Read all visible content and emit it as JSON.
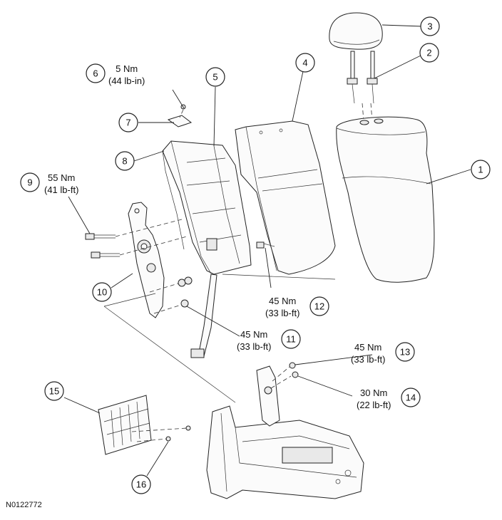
{
  "callouts": [
    {
      "id": "1",
      "label": "1"
    },
    {
      "id": "2",
      "label": "2"
    },
    {
      "id": "3",
      "label": "3"
    },
    {
      "id": "4",
      "label": "4"
    },
    {
      "id": "5",
      "label": "5"
    },
    {
      "id": "6",
      "label": "6"
    },
    {
      "id": "7",
      "label": "7"
    },
    {
      "id": "8",
      "label": "8"
    },
    {
      "id": "9",
      "label": "9"
    },
    {
      "id": "10",
      "label": "10"
    },
    {
      "id": "11",
      "label": "11"
    },
    {
      "id": "12",
      "label": "12"
    },
    {
      "id": "13",
      "label": "13"
    },
    {
      "id": "14",
      "label": "14"
    },
    {
      "id": "15",
      "label": "15"
    },
    {
      "id": "16",
      "label": "16"
    }
  ],
  "torque_specs": {
    "spec_6": {
      "metric": "5 Nm",
      "imperial": "(44 lb-in)"
    },
    "spec_9": {
      "metric": "55 Nm",
      "imperial": "(41 lb-ft)"
    },
    "spec_11": {
      "metric": "45 Nm",
      "imperial": "(33 lb-ft)"
    },
    "spec_12": {
      "metric": "45 Nm",
      "imperial": "(33 lb-ft)"
    },
    "spec_13": {
      "metric": "45 Nm",
      "imperial": "(33 lb-ft)"
    },
    "spec_14": {
      "metric": "30 Nm",
      "imperial": "(22 lb-ft)"
    }
  },
  "figure_id": "N0122772"
}
